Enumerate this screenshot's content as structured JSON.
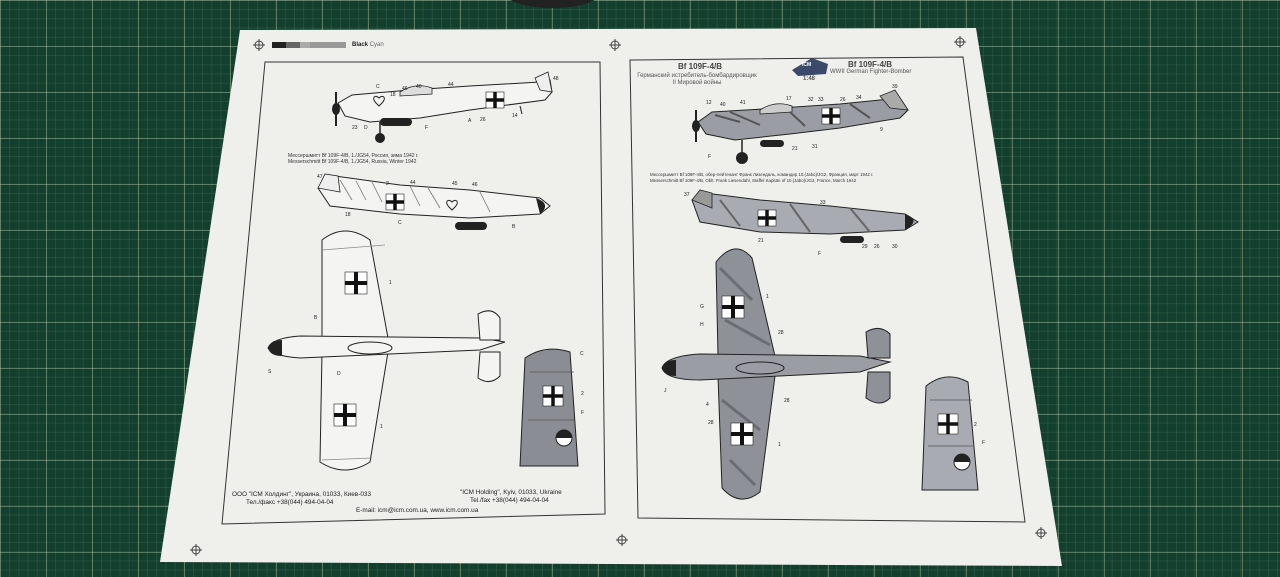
{
  "strip": {
    "black": "Black",
    "cyan": "Cyan"
  },
  "left": {
    "caption1_ru": "Мессершмитт Bf 109F-4/B, 1./JG54, Россия, зима 1942 г.",
    "caption1_en": "Messerschmitt Bf 109F-4/B, 1./JG54, Russia, Winter 1942",
    "footer_ru_line1": "ООО \"ICM Холдинг\", Украина, 01033, Киев-033",
    "footer_ru_line2": "Тел./факс +38(044) 494-04-04",
    "footer_en_line1": "\"ICM Holding\", Kyiv, 01033, Ukraine",
    "footer_en_line2": "Tel./fax +38(044) 494-04-04",
    "footer_email": "E-mail: icm@icm.com.ua,",
    "footer_web": "www.icm.com.ua"
  },
  "right": {
    "logo": "ICM",
    "scale": "1:48",
    "title_ru": "Bf 109F-4/B",
    "subtitle_ru_1": "Германский истребитель-бомбардировщик",
    "subtitle_ru_2": "II Мировой войны",
    "title_en": "Bf 109F-4/B",
    "subtitle_en": "WWII German Fighter-Bomber",
    "caption_ru": "Мессершмитт Bf 109F-4/B, обер-лейтенант Франк Лизендаль, командир 10.(Jabo)/JG2, Франция, март 1942 г.",
    "caption_en": "Messerschmitt Bf 109F-4/B, Oblt. Frank Liesendahl, Staffel Kapitän of 10.(Jabo)/JG2, France, March 1942"
  },
  "callouts": {
    "left_side": [
      "46",
      "40",
      "44",
      "48",
      "18",
      "C",
      "A",
      "23",
      "D",
      "26",
      "14",
      "F"
    ],
    "left_top": [
      "47",
      "2",
      "44",
      "45",
      "46",
      "18",
      "C",
      "B"
    ],
    "left_plan": [
      "1",
      "B",
      "S",
      "D",
      "1"
    ],
    "left_fin": [
      "C",
      "2",
      "F"
    ],
    "right_side": [
      "12",
      "40",
      "41",
      "17",
      "32",
      "33",
      "26",
      "34",
      "39",
      "9",
      "21",
      "31",
      "F"
    ],
    "right_top": [
      "37",
      "33",
      "21",
      "F",
      "26",
      "29",
      "30"
    ],
    "right_plan": [
      "1",
      "G",
      "H",
      "28",
      "J",
      "28",
      "4",
      "28",
      "1"
    ],
    "right_fin": [
      "2",
      "F"
    ]
  },
  "colors": {
    "mat": "#123f2e",
    "paper": "#efefec",
    "ink": "#222222",
    "camo_grey": "#8a8e94"
  }
}
